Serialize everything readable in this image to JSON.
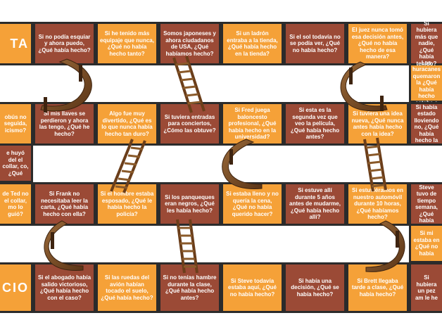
{
  "board": {
    "end_label": "TA",
    "start_label": "CIO",
    "row1": [
      "Si no podía esquiar y ahora puedo, ¿Qué había hecho?",
      "Si he tenido más equipaje que nunca, ¿Qué no había hecho tanto?",
      "Somos japoneses y ahora ciudadanos de USA, ¿Qué habíamos hecho?",
      "Si un ladrón entraba a la tienda, ¿Qué había hecho en la tienda?",
      "Si el sol todavía no se podía ver, ¿Qué no había hecho?",
      "El juez nunca tomó esa decisión antes, ¿Qué no había hecho de esa manera?",
      "Si hubiera más que nadie, ¿Qué había tenido?"
    ],
    "side_right_1": "Los huracanes quemaron la ¿Qué había hecho estaba a",
    "row2": [
      "obús no seguida, icismo?",
      "Si mis llaves se perdieron y ahora las tengo, ¿Qué he hecho?",
      "Algo fue muy divertido, ¿Qué es lo que nunca había hecho tan duro?",
      "Si tuviera entradas para conciertos, ¿Cómo las obtuve?",
      "Si Fred juega baloncesto profesional, ¿Qué había hecho en la universidad?",
      "Si esta es la segunda vez que veo la película, ¿Qué había hecho antes?",
      "Si tuviera una idea nueva, ¿Qué nunca antes había hecho con la idea?",
      "Si había estado lloviendo no, ¿Qué había hecho la"
    ],
    "side_left_2": "e huyó del el collar, co, ¿Qué",
    "row3": [
      "de Ted no el collar, mo lo guió?",
      "Si Frank no necesitaba leer la carta, ¿Qué había hecho con ella?",
      "Si el hombre estaba esposado, ¿Qué le había hecho la policía?",
      "Si los panqueques eran negros, ¿Qué les había hecho?",
      "Si estaba lleno y no quería la cena, ¿Qué no había querido hacer?",
      "Si estuve allí durante 5 años antes de mudarme, ¿Qué había hecho allí?",
      "Si estuviéramos en nuestro automóvil durante 10 horas, ¿Qué habíamos hecho?",
      "Steve tuvo de tiempo semana, ¿Qué había"
    ],
    "side_right_3": "Si mi estaba en ¿Qué no había",
    "row4": [
      "Si el abogado había salido victorioso, ¿Qué había hecho con el caso?",
      "Si las ruedas del avión habían tocado el suelo, ¿Qué había hecho?",
      "Si no tenías hambre durante la clase, ¿Qué había hecho antes?",
      "Si Steve todavía estaba aquí, ¿Qué no había hecho?",
      "Si había una decisión, ¿Qué se había hecho?",
      "Si Brett llegaba tarde a clase, ¿Qué había hecho?",
      "Si hubiera un pez am le he"
    ],
    "colors": {
      "brown": "#9b4a36",
      "orange": "#f5a138",
      "border": "#2b2b2b",
      "wood": "#7a4a22"
    },
    "icons": [
      "slide-icon",
      "ladder-icon"
    ]
  }
}
